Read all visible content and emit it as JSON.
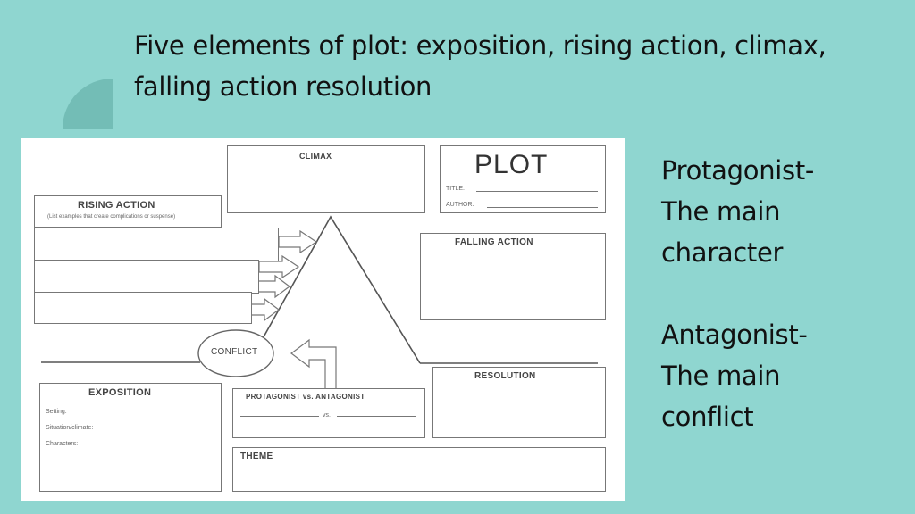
{
  "slide": {
    "title_line1": "Five elements of plot:  exposition, rising action, climax,",
    "title_line2": "falling action resolution",
    "protagonist_term": "Protagonist-",
    "protagonist_def_line1": "The main",
    "protagonist_def_line2": "character",
    "antagonist_term": "Antagonist-",
    "antagonist_def_line1": "The main",
    "antagonist_def_line2": "conflict"
  },
  "worksheet": {
    "climax_label": "CLIMAX",
    "plot_label": "PLOT",
    "title_field": "TITLE:",
    "author_field": "AUTHOR:",
    "rising_action_label": "RISING ACTION",
    "rising_action_hint": "(List examples that create complications or suspense)",
    "falling_action_label": "FALLING ACTION",
    "conflict_label": "CONFLICT",
    "resolution_label": "RESOLUTION",
    "exposition_label": "EXPOSITION",
    "setting_field": "Setting:",
    "situation_field": "Situation/climate:",
    "characters_field": "Characters:",
    "protag_vs_antag_label": "PROTAGONIST vs. ANTAGONIST",
    "vs_label": "vs.",
    "theme_label": "THEME"
  },
  "colors": {
    "background": "#8fd6d0",
    "accent": "#6fb8b2"
  }
}
